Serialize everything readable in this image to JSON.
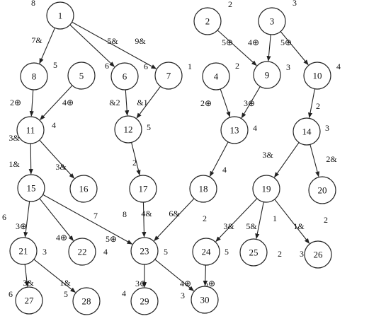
{
  "nodes": [
    {
      "id": "1",
      "weight": "8"
    },
    {
      "id": "2",
      "weight": "2"
    },
    {
      "id": "3",
      "weight": "3"
    },
    {
      "id": "4",
      "weight": "2"
    },
    {
      "id": "5",
      "weight": "6"
    },
    {
      "id": "6",
      "weight": "6"
    },
    {
      "id": "7",
      "weight": "1"
    },
    {
      "id": "8",
      "weight": "5"
    },
    {
      "id": "9",
      "weight": "3"
    },
    {
      "id": "10",
      "weight": "4"
    },
    {
      "id": "11",
      "weight": "4"
    },
    {
      "id": "12",
      "weight": "5"
    },
    {
      "id": "13",
      "weight": "4"
    },
    {
      "id": "14",
      "weight": "3"
    },
    {
      "id": "15",
      "weight": "6"
    },
    {
      "id": "16",
      "weight": ""
    },
    {
      "id": "17",
      "weight": "8"
    },
    {
      "id": "18",
      "weight": "2"
    },
    {
      "id": "19",
      "weight": ""
    },
    {
      "id": "20",
      "weight": "2"
    },
    {
      "id": "21",
      "weight": "3"
    },
    {
      "id": "22",
      "weight": "4"
    },
    {
      "id": "23",
      "weight": "5"
    },
    {
      "id": "24",
      "weight": "5"
    },
    {
      "id": "25",
      "weight": "2"
    },
    {
      "id": "26",
      "weight": "3"
    },
    {
      "id": "27",
      "weight": "6"
    },
    {
      "id": "28",
      "weight": "5"
    },
    {
      "id": "29",
      "weight": "4"
    },
    {
      "id": "30",
      "weight": "3"
    }
  ],
  "edges": [
    {
      "from": "1",
      "to": "8",
      "label": "7&"
    },
    {
      "from": "1",
      "to": "6",
      "label": "5&"
    },
    {
      "from": "1",
      "to": "7",
      "label": "9&"
    },
    {
      "from": "2",
      "to": "9",
      "label": "5⊕"
    },
    {
      "from": "3",
      "to": "9",
      "label": "4⊕"
    },
    {
      "from": "3",
      "to": "10",
      "label": "5⊕"
    },
    {
      "from": "8",
      "to": "11",
      "label": "2⊕"
    },
    {
      "from": "5",
      "to": "11",
      "label": "4⊕"
    },
    {
      "from": "6",
      "to": "12",
      "label": "&2"
    },
    {
      "from": "7",
      "to": "12",
      "label": "&1"
    },
    {
      "from": "4",
      "to": "13",
      "label": "2⊕"
    },
    {
      "from": "9",
      "to": "13",
      "label": "3⊕"
    },
    {
      "from": "10",
      "to": "14",
      "label": "2"
    },
    {
      "from": "11",
      "to": "15",
      "label": "1&"
    },
    {
      "from": "11",
      "to": "16",
      "label": "3&"
    },
    {
      "from": "12",
      "to": "17",
      "label": "2"
    },
    {
      "from": "13",
      "to": "18",
      "label": "4"
    },
    {
      "from": "14",
      "to": "19",
      "label": "3&"
    },
    {
      "from": "14",
      "to": "20",
      "label": "2&"
    },
    {
      "from": "15",
      "to": "21",
      "label": "3⊕"
    },
    {
      "from": "15",
      "to": "22",
      "label": "4⊕"
    },
    {
      "from": "15",
      "to": "23",
      "label": "5⊕"
    },
    {
      "from": "17",
      "to": "23",
      "label": "4&"
    },
    {
      "from": "18",
      "to": "23",
      "label": "6&"
    },
    {
      "from": "19",
      "to": "24",
      "label": "3&"
    },
    {
      "from": "19",
      "to": "25",
      "label": "5&"
    },
    {
      "from": "19",
      "to": "26",
      "label": "1&"
    },
    {
      "from": "21",
      "to": "27",
      "label": "3&"
    },
    {
      "from": "21",
      "to": "28",
      "label": "1&"
    },
    {
      "from": "23",
      "to": "29",
      "label": "3⊕"
    },
    {
      "from": "23",
      "to": "30",
      "label": "4⊕"
    },
    {
      "from": "24",
      "to": "30",
      "label": "5⊕"
    }
  ],
  "extra_labels": [
    {
      "text": "3&"
    },
    {
      "text": "7"
    },
    {
      "text": "1"
    }
  ]
}
